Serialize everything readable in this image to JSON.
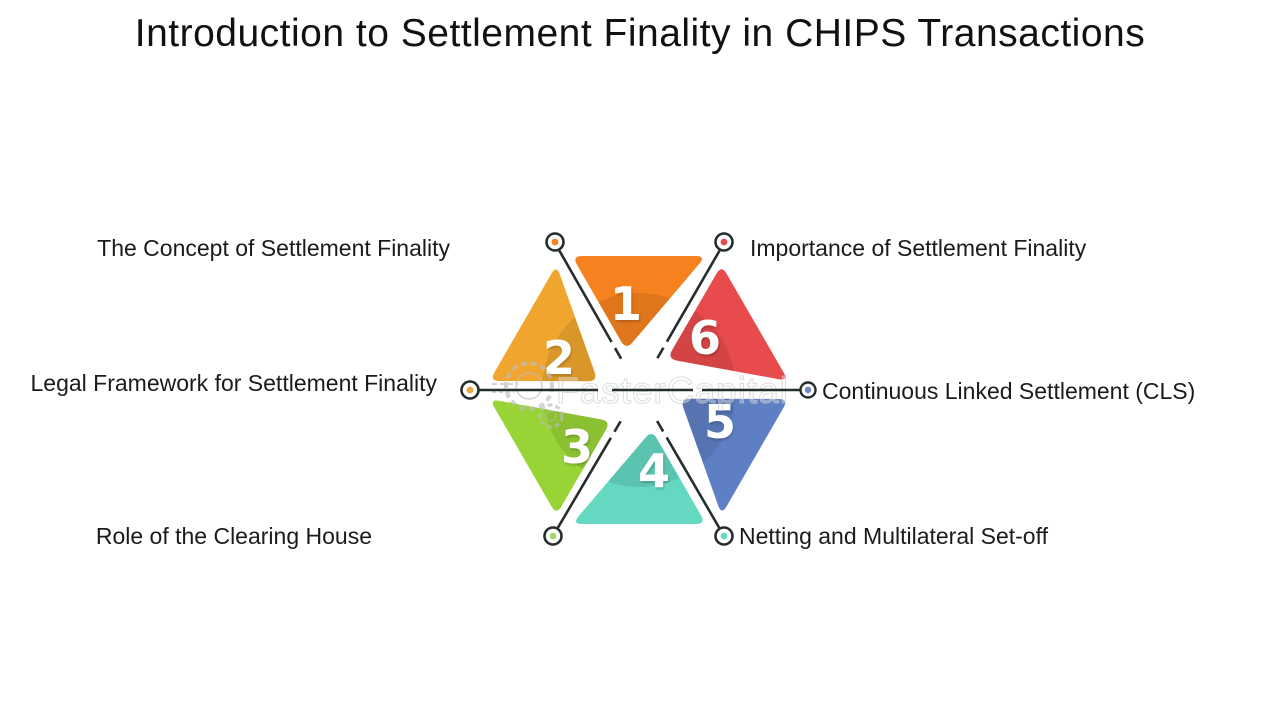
{
  "title": "Introduction to Settlement Finality in CHIPS Transactions",
  "watermark": {
    "brand": "FasterCapital"
  },
  "diagram": {
    "type": "hexagonal-cycle-infographic",
    "line_color": "#242e2b",
    "items": [
      {
        "number": "1",
        "label": "The Concept of Settlement Finality",
        "position": "top-left",
        "color": "#F6821F",
        "dot_color": "#F6821F"
      },
      {
        "number": "2",
        "label": "Legal Framework for Settlement Finality",
        "position": "middle-left",
        "color": "#F0A62E",
        "dot_color": "#E6A83D"
      },
      {
        "number": "3",
        "label": "Role of the Clearing House",
        "position": "bottom-left",
        "color": "#99D437",
        "dot_color": "#A9D66A"
      },
      {
        "number": "4",
        "label": "Netting and Multilateral Set-off",
        "position": "bottom-right",
        "color": "#65D8C2",
        "dot_color": "#68D9C4"
      },
      {
        "number": "5",
        "label": "Continuous Linked Settlement (CLS)",
        "position": "middle-right",
        "color": "#5F7FC4",
        "dot_color": "#7285C0"
      },
      {
        "number": "6",
        "label": "Importance of Settlement Finality",
        "position": "top-right",
        "color": "#E84B4B",
        "dot_color": "#E84B4B"
      }
    ]
  }
}
